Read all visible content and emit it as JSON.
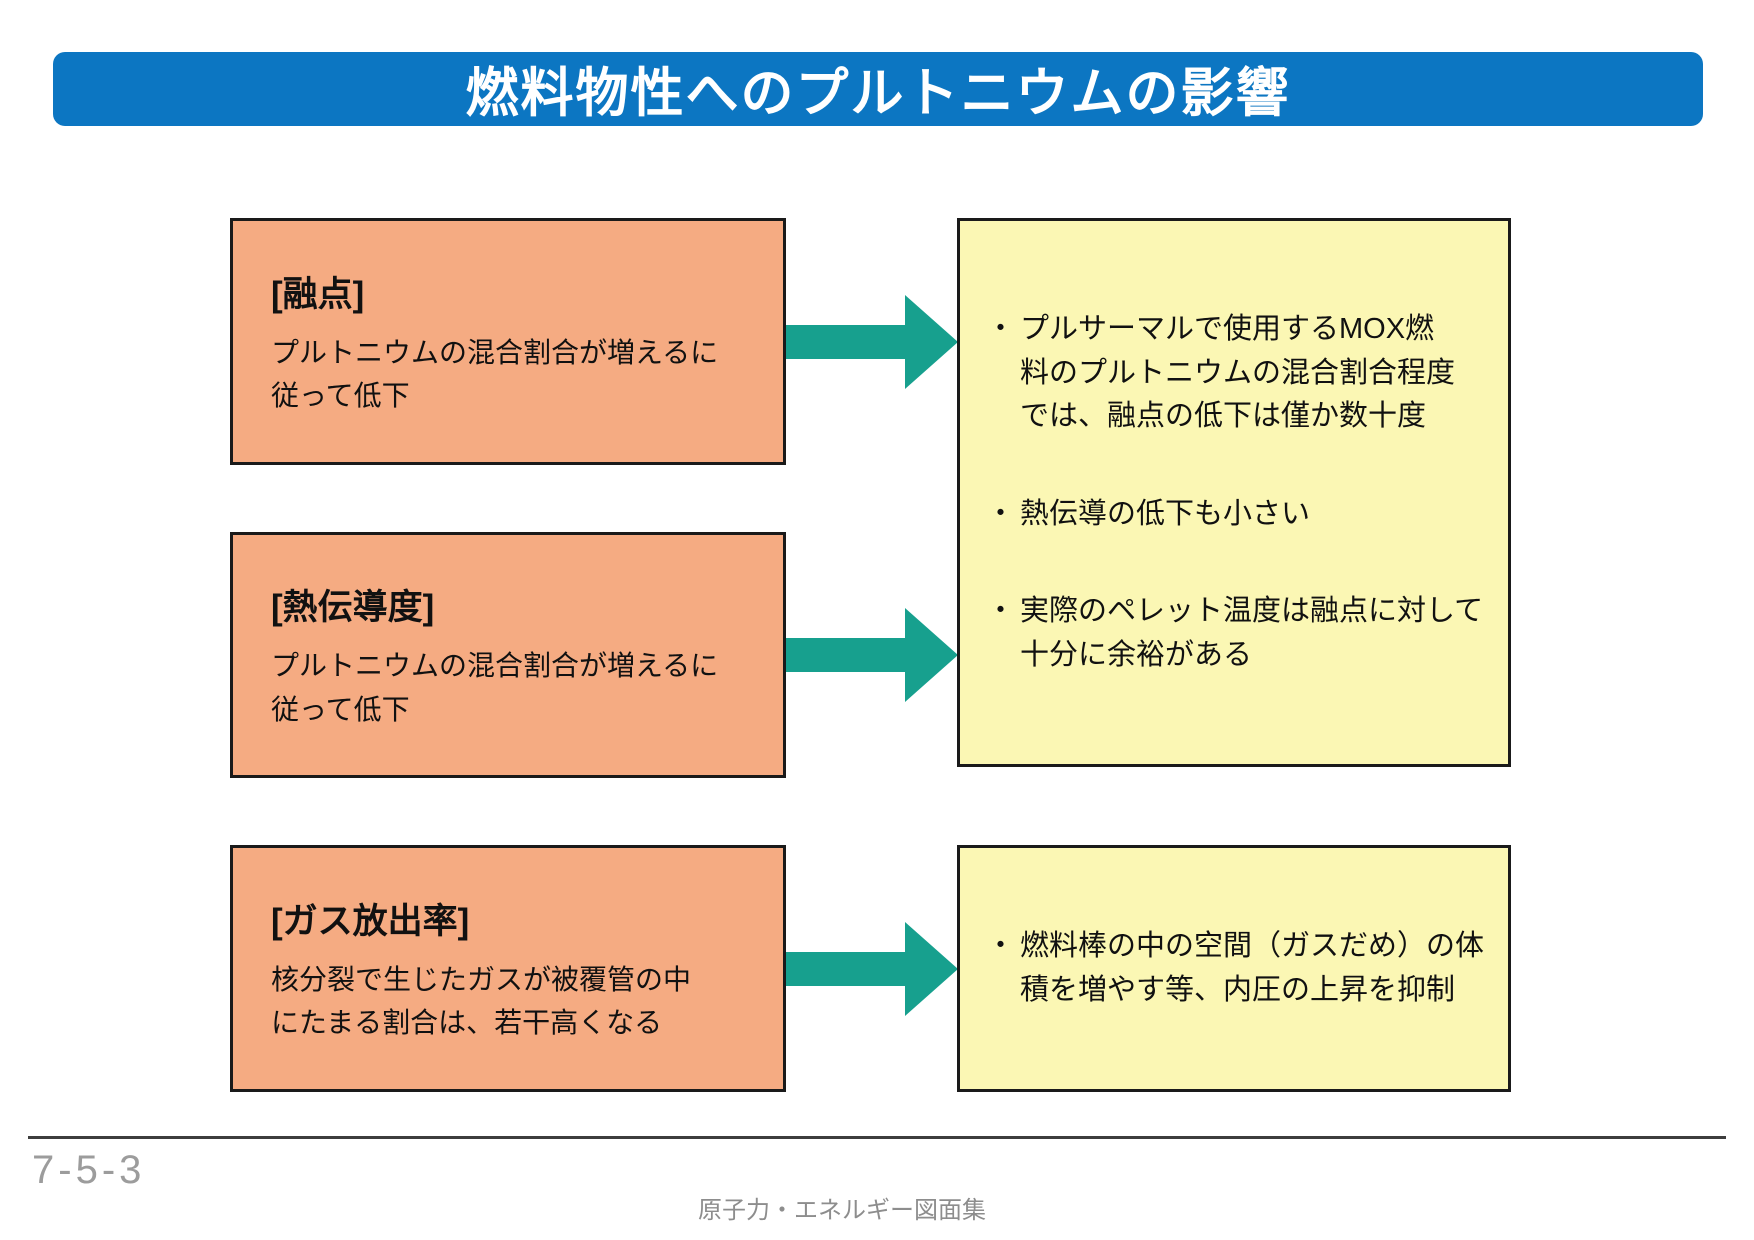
{
  "title": "燃料物性へのプルトニウムの影響",
  "left_boxes": [
    {
      "heading": "[融点]",
      "lines": [
        "プルトニウムの混合割合が増えるに",
        "従って低下"
      ]
    },
    {
      "heading": "[熱伝導度]",
      "lines": [
        "プルトニウムの混合割合が増えるに",
        "従って低下"
      ]
    },
    {
      "heading": "[ガス放出率]",
      "lines": [
        "核分裂で生じたガスが被覆管の中",
        "にたまる割合は、若干高くなる"
      ]
    }
  ],
  "right_boxes": [
    {
      "bullets": [
        {
          "marker": "・",
          "lines": [
            "プルサーマルで使用するMOX燃",
            "料のプルトニウムの混合割合程度",
            "では、融点の低下は僅か数十度"
          ]
        },
        {
          "marker": "・",
          "lines": [
            "熱伝導の低下も小さい"
          ]
        },
        {
          "marker": "・",
          "lines": [
            "実際のペレット温度は融点に対して",
            "十分に余裕がある"
          ]
        }
      ]
    },
    {
      "bullets": [
        {
          "marker": "・",
          "lines": [
            "燃料棒の中の空間（ガスだめ）の体",
            "積を増やす等、内圧の上昇を抑制"
          ]
        }
      ]
    }
  ],
  "footer": {
    "page_number": "7-5-3",
    "source": "原子力・エネルギー図面集"
  },
  "colors": {
    "banner_blue": "#0c76c2",
    "box_orange": "#f5ab82",
    "box_yellow": "#fbf7b4",
    "arrow_teal": "#17a08e",
    "border_black": "#1a1a1a"
  }
}
